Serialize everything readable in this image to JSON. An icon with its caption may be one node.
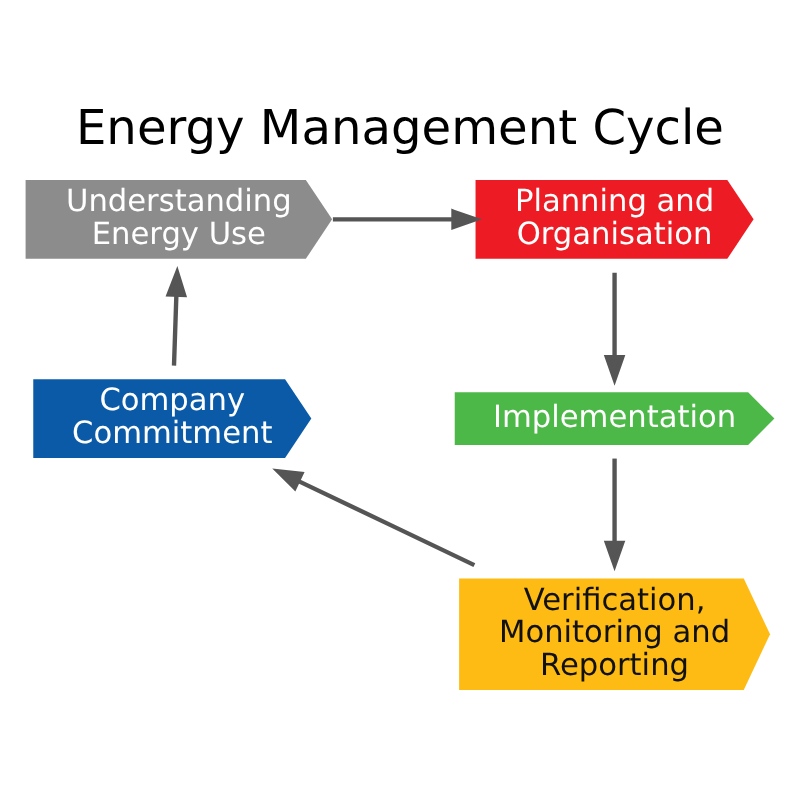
{
  "diagram": {
    "title": "Energy Management Cycle",
    "nodes": [
      {
        "text": [
          "Understanding Energy Use"
        ]
      },
      {
        "text": [
          "Planning and Organisation"
        ]
      },
      {
        "text": [
          "Implementation"
        ]
      },
      {
        "text": [
          "Verification, Monitoring and Reporting"
        ]
      },
      {
        "text": [
          "Company Commitment"
        ]
      }
    ],
    "edges": [
      {
        "from": 0,
        "to": 1,
        "arrow": "to"
      },
      {
        "from": 1,
        "to": 2,
        "arrow": "to"
      },
      {
        "from": 2,
        "to": 3,
        "arrow": "to"
      },
      {
        "from": 3,
        "to": 4,
        "arrow": "to"
      },
      {
        "from": 4,
        "to": 0,
        "arrow": "to"
      }
    ]
  }
}
